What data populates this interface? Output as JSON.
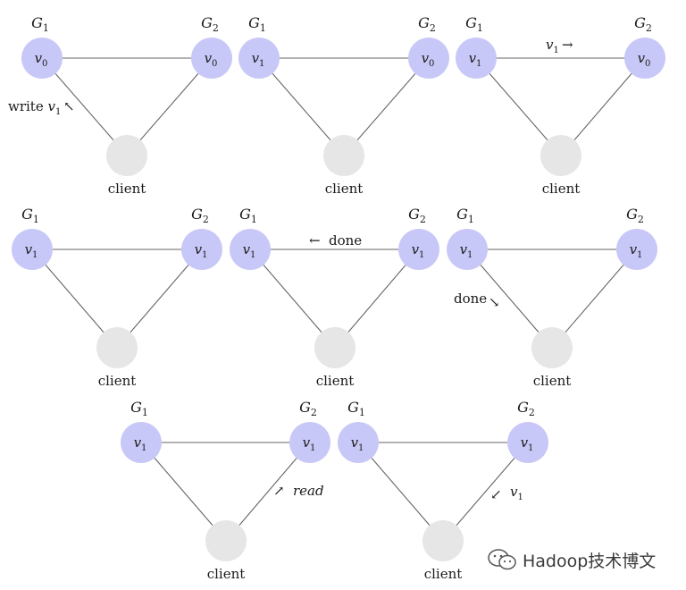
{
  "labels": {
    "g1": "G",
    "g2": "G",
    "g1_sub": "1",
    "g2_sub": "2",
    "client": "client",
    "v": "v",
    "v0_sub": "0",
    "v1_sub": "1"
  },
  "panels": [
    {
      "left": "v0",
      "right": "v0",
      "annotation": {
        "text": "write v1 ↖",
        "edge": "client-left"
      }
    },
    {
      "left": "v1",
      "right": "v0",
      "annotation": null
    },
    {
      "left": "v1",
      "right": "v0",
      "annotation": {
        "text": "v1 →",
        "edge": "top"
      }
    },
    {
      "left": "v1",
      "right": "v1",
      "annotation": null
    },
    {
      "left": "v1",
      "right": "v1",
      "annotation": {
        "text": "← done",
        "edge": "top"
      }
    },
    {
      "left": "v1",
      "right": "v1",
      "annotation": {
        "text": "done ↘",
        "edge": "left-client"
      }
    },
    {
      "left": "v1",
      "right": "v1",
      "annotation": {
        "text": "↗ read",
        "edge": "client-right"
      }
    },
    {
      "left": "v1",
      "right": "v1",
      "annotation": {
        "text": "↙ v1",
        "edge": "right-client"
      }
    }
  ],
  "annotations": {
    "write_word": "write",
    "done_word": "done",
    "read_word": "read",
    "arrow_nw": "↖",
    "arrow_right": "→",
    "arrow_left": "←",
    "arrow_se": "↘",
    "arrow_ne": "↗",
    "arrow_sw": "↙"
  },
  "colors": {
    "replica_node": "#c8c8f8",
    "client_node": "#e6e6e6",
    "edge": "#666666"
  },
  "watermark": {
    "text": "Hadoop技术博文",
    "icon": "wechat-icon"
  }
}
